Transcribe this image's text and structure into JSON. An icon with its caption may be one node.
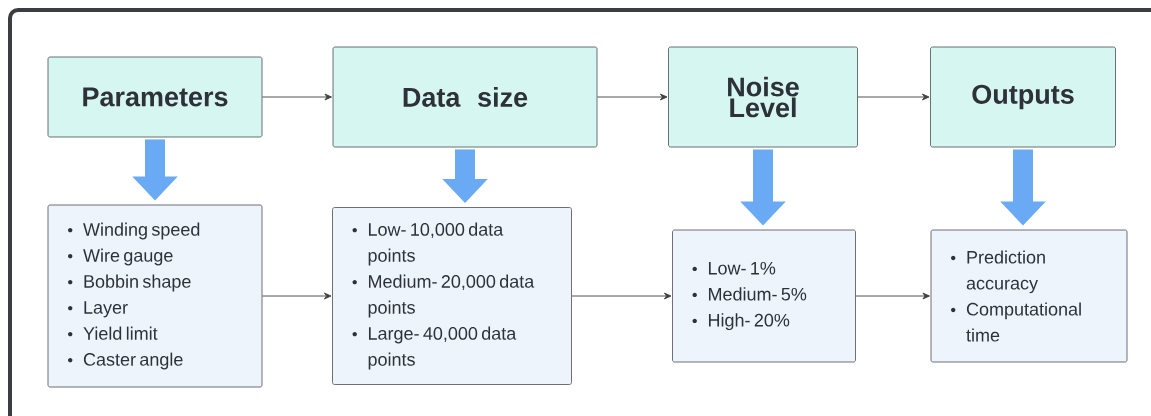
{
  "diagram": {
    "nodes": [
      {
        "text": [
          "Parameters"
        ]
      },
      {
        "text": [
          "Data size"
        ]
      },
      {
        "text": [
          "Noise Level"
        ]
      },
      {
        "text": [
          "Outputs"
        ]
      },
      {
        "text": [
          "Winding speed",
          "Wire gauge",
          "Bobbin shape",
          "Layer",
          "Yield limit",
          "Caster angle"
        ]
      },
      {
        "text": [
          "Low- 10,000 data points",
          "Medium- 20,000 data points",
          "Large- 40,000 data points"
        ]
      },
      {
        "text": [
          "Low- 1%",
          "Medium- 5%",
          "High- 20%"
        ]
      },
      {
        "text": [
          "Prediction accuracy",
          "Computational time"
        ]
      }
    ],
    "edges": [
      {
        "from": 0,
        "to": 1,
        "arrow": "to"
      },
      {
        "from": 1,
        "to": 2,
        "arrow": "to"
      },
      {
        "from": 2,
        "to": 3,
        "arrow": "to"
      },
      {
        "from": 4,
        "to": 5,
        "arrow": "to"
      },
      {
        "from": 5,
        "to": 6,
        "arrow": "to"
      },
      {
        "from": 6,
        "to": 7,
        "arrow": "to"
      },
      {
        "from": 0,
        "to": 4,
        "arrow": "to",
        "style": "thick",
        "color": "#6aa9f4"
      },
      {
        "from": 1,
        "to": 5,
        "arrow": "to",
        "style": "thick",
        "color": "#6aa9f4"
      },
      {
        "from": 2,
        "to": 6,
        "arrow": "to",
        "style": "thick",
        "color": "#6aa9f4"
      },
      {
        "from": 3,
        "to": 7,
        "arrow": "to",
        "style": "thick",
        "color": "#6aa9f4"
      }
    ]
  }
}
